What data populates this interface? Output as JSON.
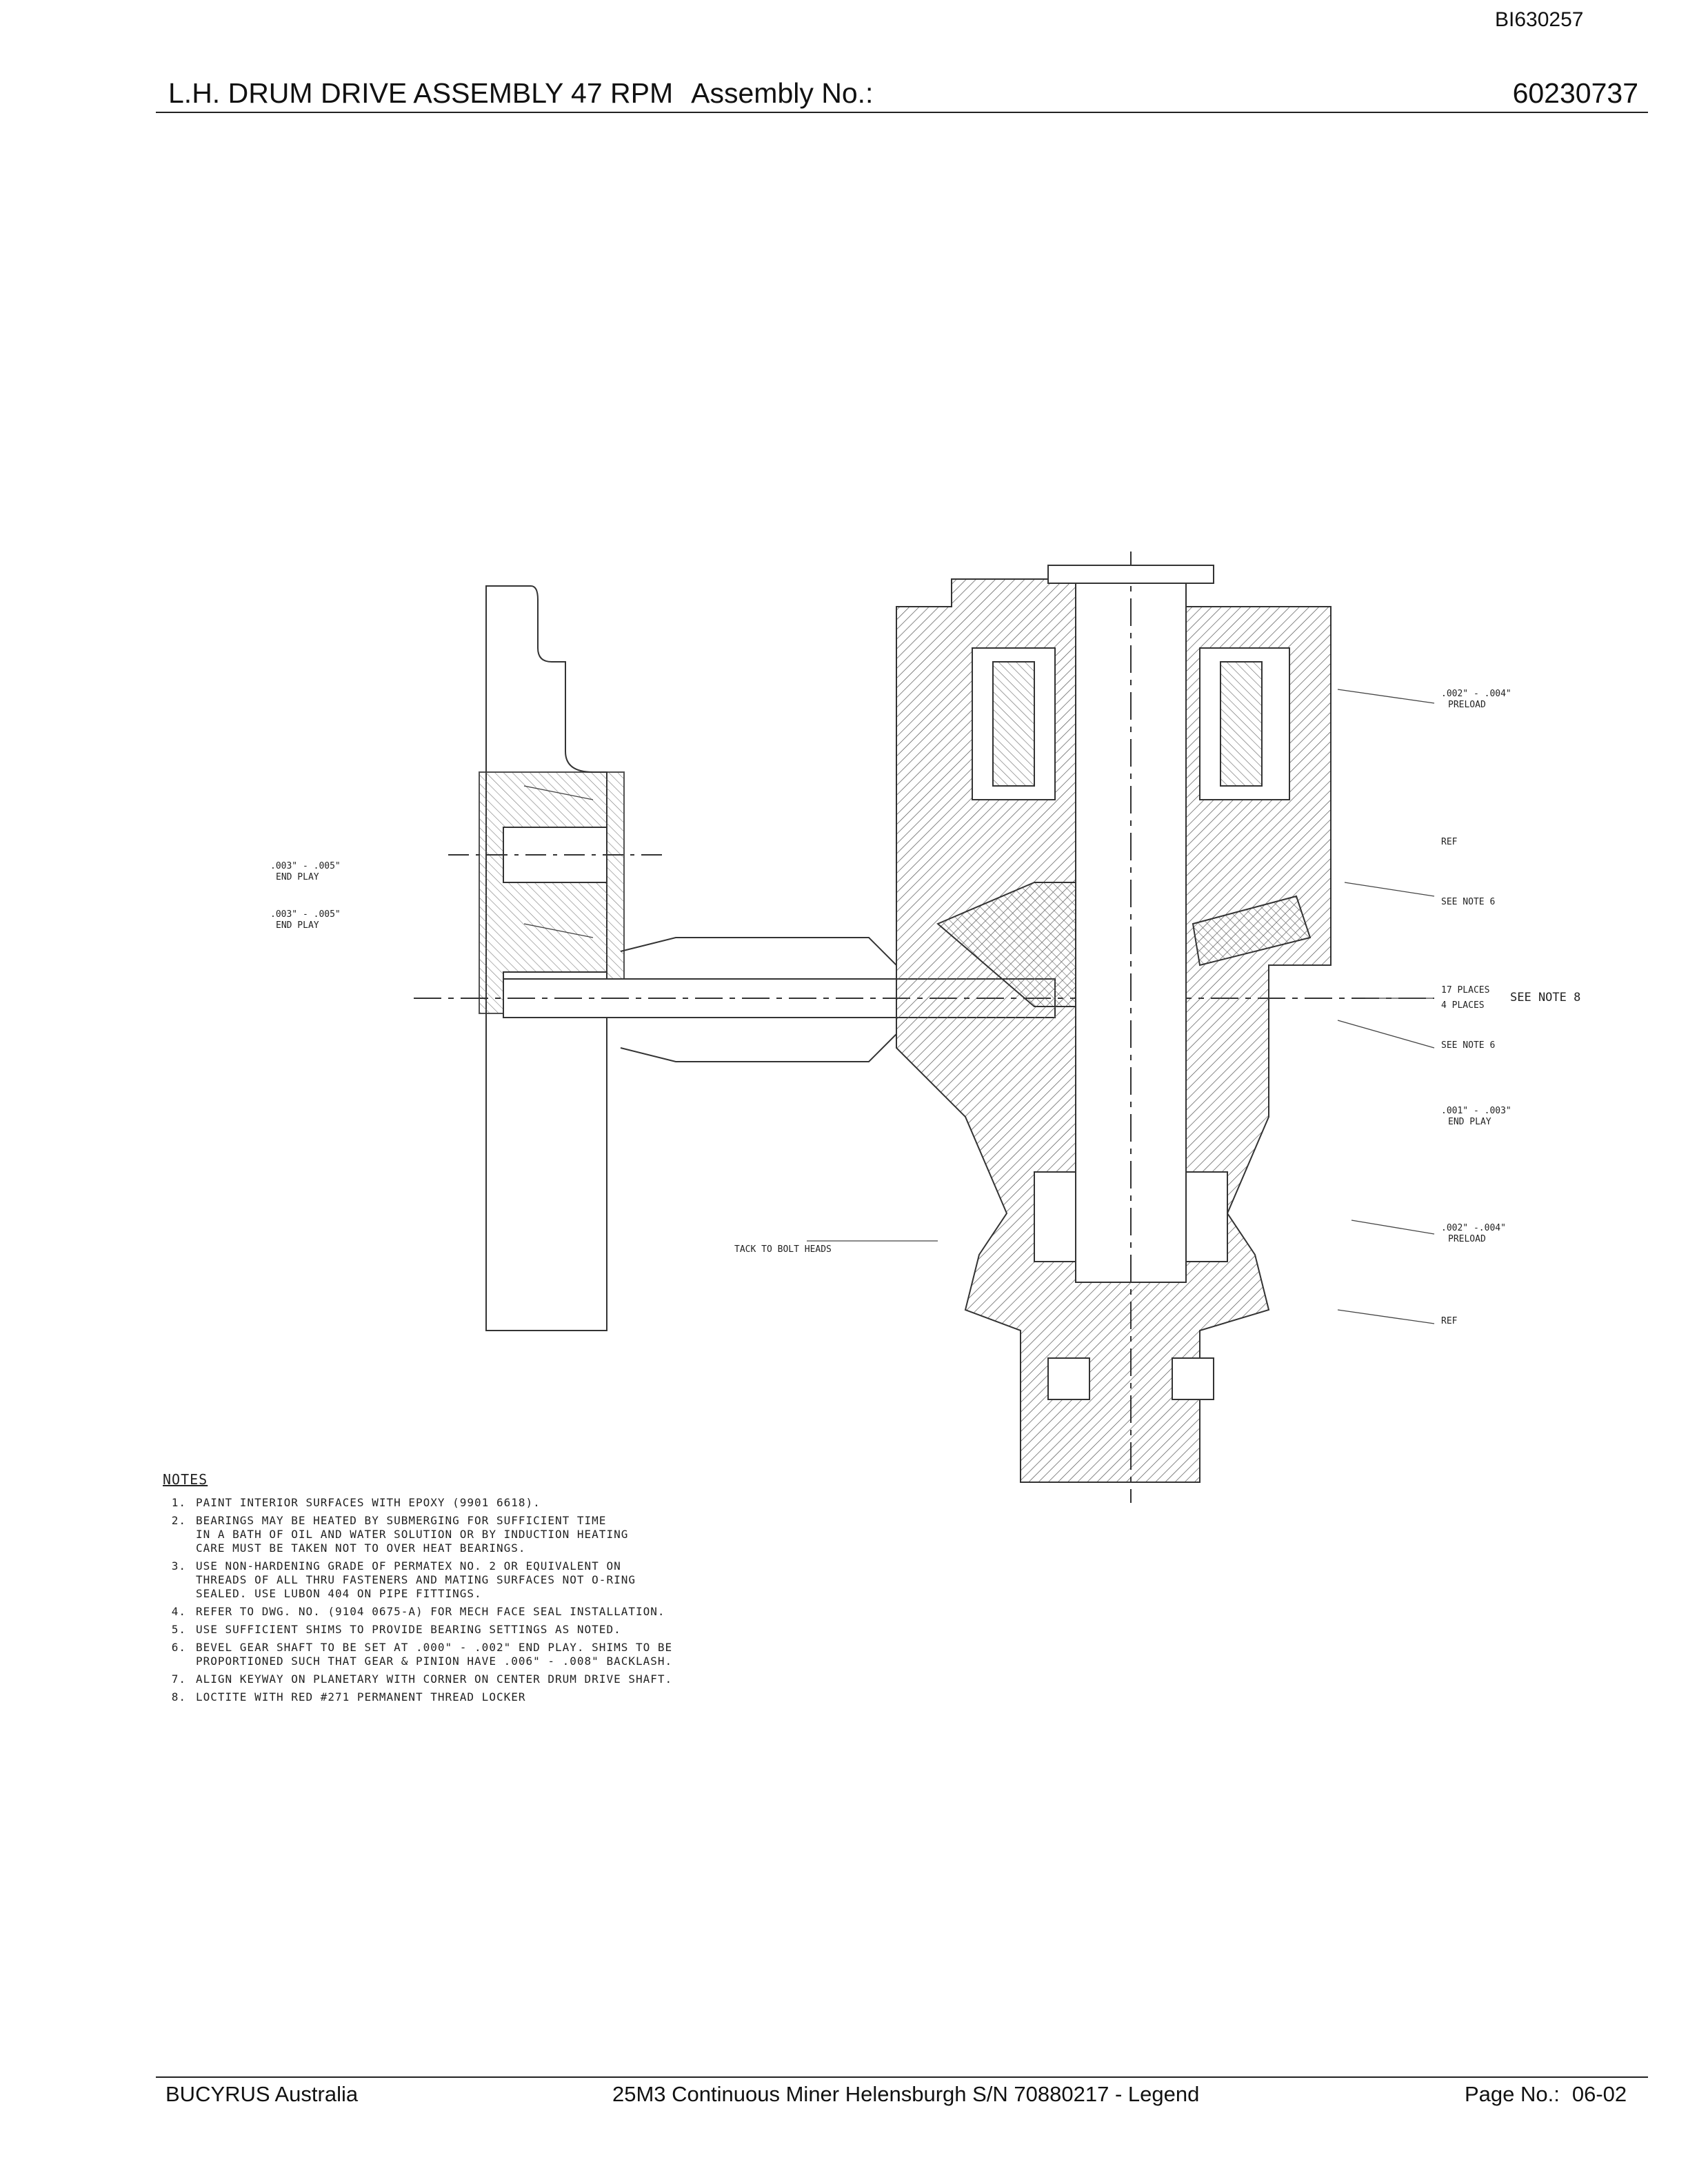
{
  "header": {
    "doc_id": "BI630257",
    "title": "L.H. DRUM DRIVE ASSEMBLY 47 RPM",
    "assembly_label": "Assembly No.:",
    "assembly_number": "60230737"
  },
  "drawing": {
    "callouts": {
      "c1": "17 PLACES",
      "c2": "4 PLACES",
      "c3": "SEE NOTE 8",
      "c4": "SEE NOTE 6",
      "c5": "SEE NOTE 6",
      "c6": "REF",
      "c7": "REF",
      "c8": ".002\" - .004\"",
      "c9": "PRELOAD",
      "c10": ".002\" -.004\"",
      "c11": "PRELOAD",
      "c12": ".001\" - .003\"",
      "c13": "END PLAY",
      "c14": ".003\" - .005\"",
      "c15": "END PLAY",
      "c16": ".003\" - .005\"",
      "c17": "END PLAY",
      "c18": "TACK TO BOLT HEADS"
    }
  },
  "notes": {
    "title": "NOTES",
    "items": [
      {
        "num": "1.",
        "text": "PAINT INTERIOR SURFACES WITH EPOXY (9901 6618)."
      },
      {
        "num": "2.",
        "text": "BEARINGS MAY BE HEATED BY SUBMERGING FOR SUFFICIENT TIME\nIN A BATH OF OIL AND WATER SOLUTION OR BY INDUCTION HEATING\nCARE MUST BE TAKEN NOT TO OVER HEAT BEARINGS."
      },
      {
        "num": "3.",
        "text": "USE NON-HARDENING GRADE OF PERMATEX NO. 2 OR EQUIVALENT ON\nTHREADS OF ALL THRU FASTENERS AND MATING SURFACES NOT O-RING\nSEALED. USE LUBON 404 ON PIPE FITTINGS."
      },
      {
        "num": "4.",
        "text": "REFER TO DWG. NO. (9104 0675-A) FOR MECH FACE SEAL INSTALLATION."
      },
      {
        "num": "5.",
        "text": "USE SUFFICIENT SHIMS TO PROVIDE BEARING SETTINGS AS NOTED."
      },
      {
        "num": "6.",
        "text": "BEVEL GEAR SHAFT TO BE SET AT .000\" - .002\" END PLAY. SHIMS TO BE\nPROPORTIONED SUCH THAT GEAR & PINION HAVE .006\" - .008\" BACKLASH."
      },
      {
        "num": "7.",
        "text": "ALIGN KEYWAY ON PLANETARY WITH CORNER ON CENTER DRUM DRIVE SHAFT."
      },
      {
        "num": "8.",
        "text": "LOCTITE WITH RED #271 PERMANENT THREAD LOCKER"
      }
    ]
  },
  "footer": {
    "company": "BUCYRUS Australia",
    "description": "25M3 Continuous Miner Helensburgh S/N 70880217 - Legend",
    "page_label": "Page No.:",
    "page_number": "06-02"
  }
}
